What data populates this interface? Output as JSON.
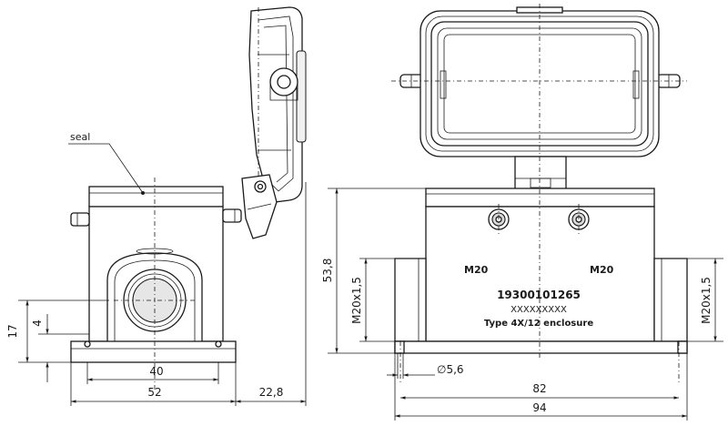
{
  "labels": {
    "seal": "seal",
    "marking_left": "M20",
    "marking_right": "M20",
    "part_number": "19300101265",
    "code": "XXXXXXXXX",
    "type": "Type 4X/12 enclosure"
  },
  "dimensions": {
    "d17": "17",
    "d4": "4",
    "d40": "40",
    "d52": "52",
    "d22_8": "22,8",
    "d53_8": "53,8",
    "thread_left": "M20x1,5",
    "thread_right": "M20x1,5",
    "hole": "∅5,6",
    "d82": "82",
    "d94": "94"
  }
}
